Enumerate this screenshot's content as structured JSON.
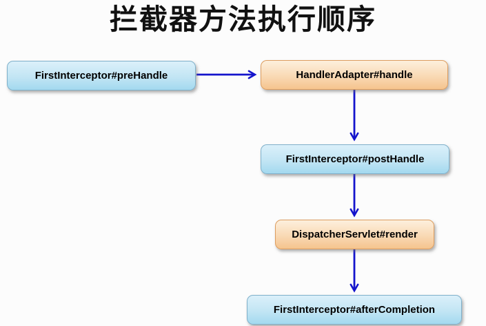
{
  "title": "拦截器方法执行顺序",
  "diagram": {
    "nodes": [
      {
        "id": "preHandle",
        "label": "FirstInterceptor#preHandle",
        "color": "blue"
      },
      {
        "id": "handle",
        "label": "HandlerAdapter#handle",
        "color": "orange"
      },
      {
        "id": "postHandle",
        "label": "FirstInterceptor#postHandle",
        "color": "blue"
      },
      {
        "id": "render",
        "label": "DispatcherServlet#render",
        "color": "orange"
      },
      {
        "id": "afterCompletion",
        "label": "FirstInterceptor#afterCompletion",
        "color": "blue"
      }
    ],
    "edges": [
      {
        "from": "FirstInterceptor#preHandle",
        "to": "HandlerAdapter#handle"
      },
      {
        "from": "HandlerAdapter#handle",
        "to": "FirstInterceptor#postHandle"
      },
      {
        "from": "FirstInterceptor#postHandle",
        "to": "DispatcherServlet#render"
      },
      {
        "from": "DispatcherServlet#render",
        "to": "FirstInterceptor#afterCompletion"
      }
    ],
    "colors": {
      "bg": "#fcfcfc",
      "blue_fill_top": "#dbf0fa",
      "blue_fill_bottom": "#a3d9ef",
      "blue_border": "#7fb0ca",
      "orange_fill_top": "#fdf0dd",
      "orange_fill_bottom": "#f5c48e",
      "orange_border": "#dd9d5f",
      "arrow": "#1414cc"
    }
  }
}
